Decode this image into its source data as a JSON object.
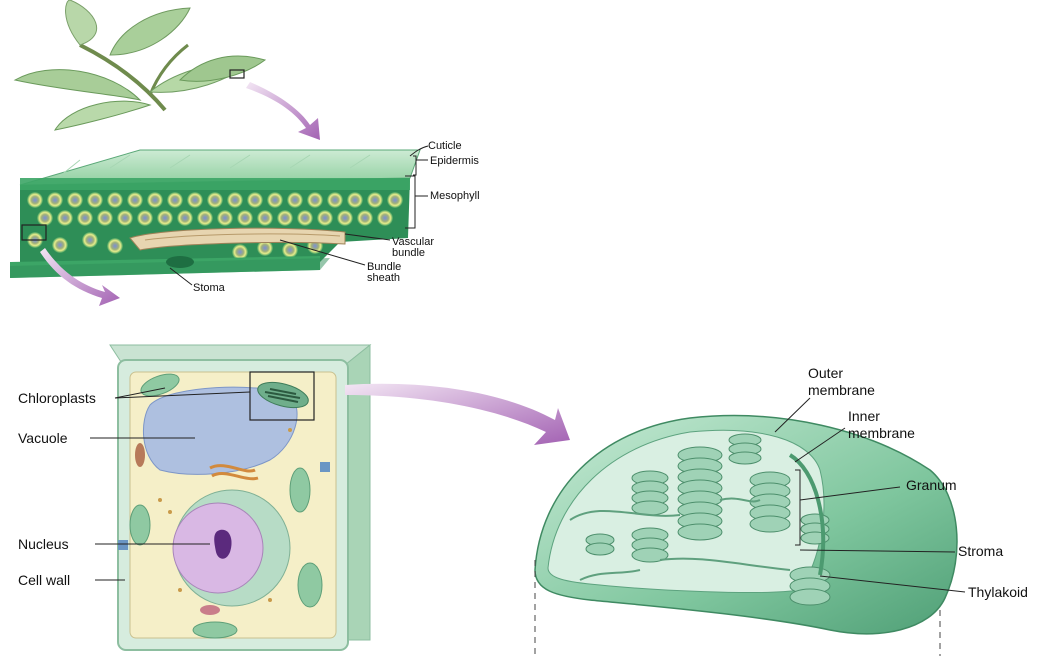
{
  "leaf_section": {
    "labels": {
      "cuticle": "Cuticle",
      "epidermis": "Epidermis",
      "mesophyll": "Mesophyll",
      "vascular_bundle_l1": "Vascular",
      "vascular_bundle_l2": "bundle",
      "bundle_sheath_l1": "Bundle",
      "bundle_sheath_l2": "sheath",
      "stoma": "Stoma"
    }
  },
  "cell_section": {
    "labels": {
      "chloroplasts": "Chloroplasts",
      "vacuole": "Vacuole",
      "nucleus": "Nucleus",
      "cell_wall": "Cell wall"
    }
  },
  "chloroplast_section": {
    "labels": {
      "outer_membrane_l1": "Outer",
      "outer_membrane_l2": "membrane",
      "inner_membrane_l1": "Inner",
      "inner_membrane_l2": "membrane",
      "granum": "Granum",
      "stroma": "Stroma",
      "thylakoid": "Thylakoid"
    }
  },
  "colors": {
    "leaf_green": "#9ccf9c",
    "leaf_dark": "#2f8f5a",
    "epidermis": "#3aa06a",
    "mesophyll_cell": "#e9ef8a",
    "cell_nucleus_blue": "#7f8fd0",
    "cell_wall": "#cfe6d6",
    "cytoplasm": "#f6f0c8",
    "vacuole": "#a9bedf",
    "nucleus": "#d8b6e2",
    "chloroplast": "#7ec7a0",
    "arrow": "#b37abf"
  }
}
